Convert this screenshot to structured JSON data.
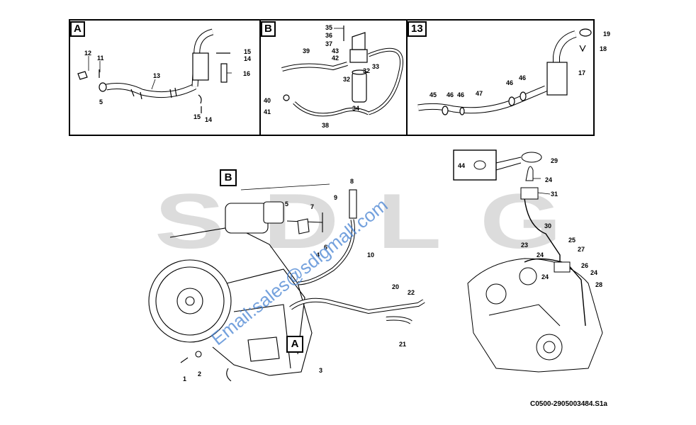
{
  "panels": {
    "a": {
      "tag": "A",
      "labels": [
        "12",
        "11",
        "13",
        "5",
        "15",
        "14",
        "15",
        "14",
        "16"
      ]
    },
    "b": {
      "tag": "B",
      "labels": [
        "35",
        "36",
        "37",
        "43",
        "42",
        "33",
        "39",
        "32",
        "32",
        "40",
        "41",
        "34",
        "38"
      ]
    },
    "c": {
      "tag": "13",
      "labels": [
        "19",
        "18",
        "17",
        "45",
        "46",
        "46",
        "47",
        "46",
        "46"
      ]
    }
  },
  "main_callouts": {
    "b": "B",
    "a": "A"
  },
  "main_labels": [
    "5",
    "7",
    "9",
    "8",
    "6",
    "4",
    "10",
    "20",
    "22",
    "21",
    "1",
    "2",
    "3"
  ],
  "right_labels": [
    "44",
    "29",
    "24",
    "31",
    "30",
    "25",
    "23",
    "24",
    "27",
    "24",
    "26",
    "24",
    "28"
  ],
  "reference_code": "C0500-2905003484.S1a",
  "watermark": {
    "logo": "SDLG",
    "email": "Email:sales@sdlgmall.com"
  },
  "colors": {
    "line": "#000000",
    "logo_gray": "#dcdcdc",
    "watermark_blue": "#4682d2"
  }
}
